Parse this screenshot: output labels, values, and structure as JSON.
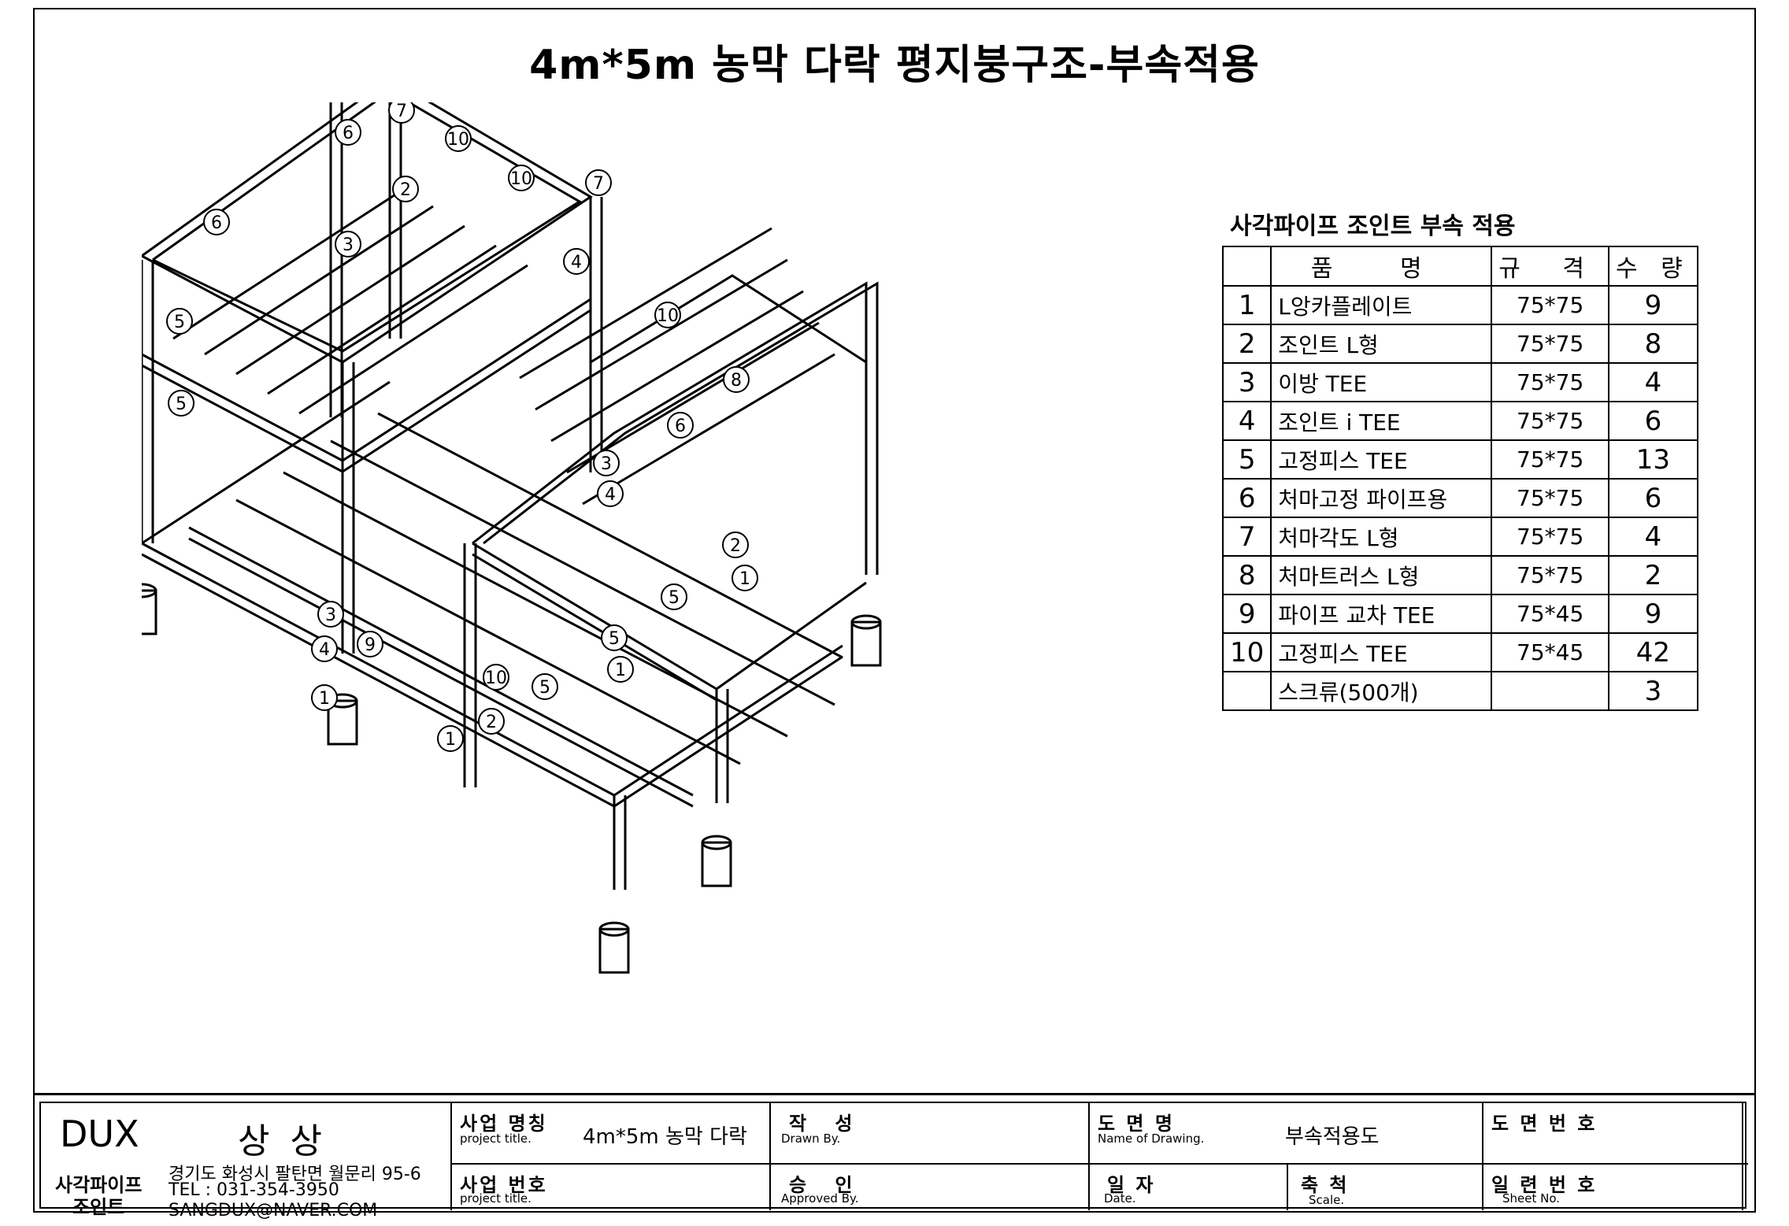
{
  "title": "4m*5m 농막 다락 평지붕구조-부속적용",
  "bom": {
    "caption": "사각파이프 조인트 부속 적용",
    "headers": {
      "name": "품 명",
      "spec": "규 격",
      "qty": "수 량"
    },
    "rows": [
      {
        "no": "1",
        "name": "L앙카플레이트",
        "spec": "75*75",
        "qty": "9"
      },
      {
        "no": "2",
        "name": "조인트 L형",
        "spec": "75*75",
        "qty": "8"
      },
      {
        "no": "3",
        "name": "이방 TEE",
        "spec": "75*75",
        "qty": "4"
      },
      {
        "no": "4",
        "name": "조인트 i TEE",
        "spec": "75*75",
        "qty": "6"
      },
      {
        "no": "5",
        "name": "고정피스 TEE",
        "spec": "75*75",
        "qty": "13"
      },
      {
        "no": "6",
        "name": "처마고정 파이프용",
        "spec": "75*75",
        "qty": "6"
      },
      {
        "no": "7",
        "name": "처마각도 L형",
        "spec": "75*75",
        "qty": "4"
      },
      {
        "no": "8",
        "name": "처마트러스 L형",
        "spec": "75*75",
        "qty": "2"
      },
      {
        "no": "9",
        "name": "파이프 교차 TEE",
        "spec": "75*45",
        "qty": "9"
      },
      {
        "no": "10",
        "name": "고정피스 TEE",
        "spec": "75*45",
        "qty": "42"
      },
      {
        "no": "",
        "name": "스크류(500개)",
        "spec": "",
        "qty": "3"
      }
    ]
  },
  "drawing": {
    "callouts": [
      "1",
      "2",
      "3",
      "4",
      "5",
      "6",
      "7",
      "8",
      "9",
      "10"
    ]
  },
  "title_block": {
    "company": "DUX",
    "company_ko": "상 상",
    "product_line_1": "사각파이프",
    "product_line_2": "조인트",
    "address": "경기도 화성시 팔탄면 월문리 95-6",
    "tel": "TEL : 031-354-3950",
    "email": "SANGDUX@NAVER.COM",
    "project_title_label": "사업 명칭",
    "project_title_label_en": "project title.",
    "project_title_value": "4m*5m 농막 다락",
    "project_no_label": "사업 번호",
    "project_no_label_en": "project title.",
    "drawn_label": "작 성",
    "drawn_label_en": "Drawn By.",
    "approved_label": "승 인",
    "approved_label_en": "Approved By.",
    "drawing_name_label": "도 면 명",
    "drawing_name_label_en": "Name of Drawing.",
    "drawing_name_value": "부속적용도",
    "date_label": "일 자",
    "date_label_en": "Date.",
    "scale_label": "축 척",
    "scale_label_en": "Scale.",
    "drawing_no_label": "도 면 번 호",
    "sheet_no_label": "일 련 번 호",
    "sheet_no_label_en": "Sheet No."
  }
}
